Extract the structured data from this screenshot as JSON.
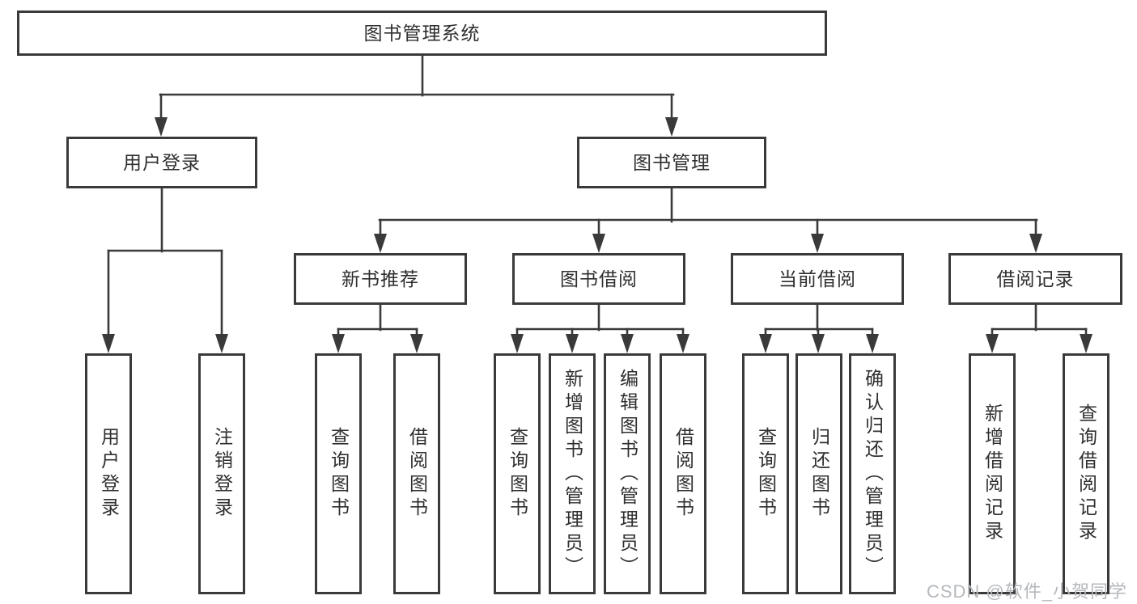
{
  "diagram": {
    "root": {
      "label": "图书管理系统"
    },
    "login": {
      "label": "用户登录",
      "children": [
        {
          "label": "用户登录"
        },
        {
          "label": "注销登录"
        }
      ]
    },
    "management": {
      "label": "图书管理",
      "children": [
        {
          "label": "新书推荐",
          "children": [
            {
              "label": "查询图书"
            },
            {
              "label": "借阅图书"
            }
          ]
        },
        {
          "label": "图书借阅",
          "children": [
            {
              "label": "查询图书"
            },
            {
              "label": "新增图书（管理员）"
            },
            {
              "label": "编辑图书（管理员）"
            },
            {
              "label": "借阅图书"
            }
          ]
        },
        {
          "label": "当前借阅",
          "children": [
            {
              "label": "查询图书"
            },
            {
              "label": "归还图书"
            },
            {
              "label": "确认归还（管理员）"
            }
          ]
        },
        {
          "label": "借阅记录",
          "children": [
            {
              "label": "新增借阅记录"
            },
            {
              "label": "查询借阅记录"
            }
          ]
        }
      ]
    }
  },
  "watermark": {
    "text": "CSDN @软件_小贺同学"
  },
  "colors": {
    "line": "#3a3a3a",
    "box_border": "#3a3a3a",
    "text": "#2f2f2f",
    "background": "#ffffff",
    "watermark": "#b5b8bc"
  }
}
